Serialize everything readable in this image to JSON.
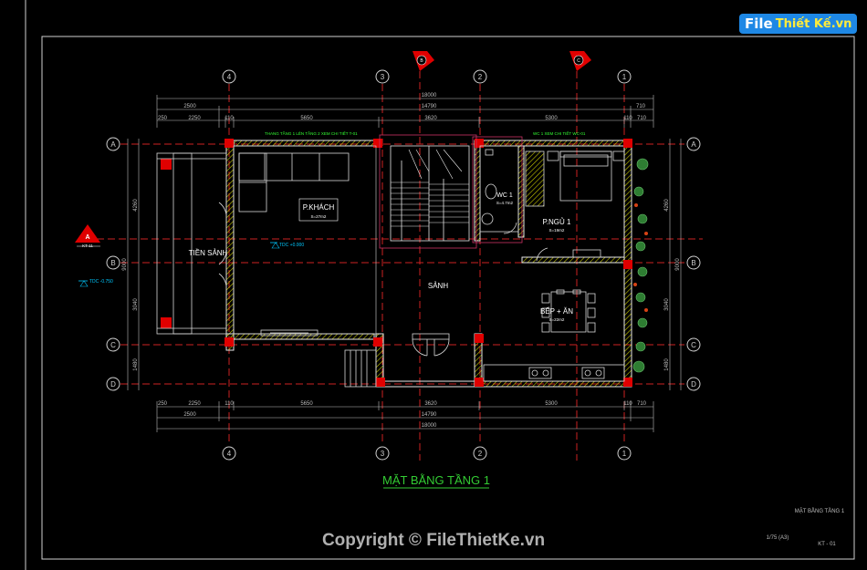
{
  "logo": {
    "text_main": "File",
    "text_rest": "Thiết Kế.vn"
  },
  "drawing": {
    "title": "MẶT BẰNG TẦNG 1",
    "titleblock_title": "MẶT BẰNG TẦNG 1",
    "scale": "1/75  (A3)",
    "sheet_no": "KT - 01"
  },
  "axes_vertical": [
    "4",
    "3",
    "2",
    "1"
  ],
  "axes_horizontal": [
    "A",
    "B",
    "C",
    "D"
  ],
  "dims": {
    "top_total": "18000",
    "top_mid": "14790",
    "top_left": "2500",
    "top_right_small": "710",
    "top_row": [
      "250",
      "2250",
      "110",
      "5650",
      "3620",
      "5300",
      "110",
      "710"
    ],
    "bottom_row": [
      "250",
      "2250",
      "110",
      "5650",
      "3620",
      "5300",
      "110",
      "710"
    ],
    "bottom_left": "2500",
    "bottom_mid": "14790",
    "bottom_total": "18000",
    "left_total": "9000",
    "left_a": "4260",
    "left_b": "3040",
    "left_c": "1480",
    "right_total": "9000",
    "right_a": "4260",
    "right_b": "3040",
    "right_c": "1480"
  },
  "rooms": {
    "living": "P.KHÁCH",
    "living_area": "S=27m2",
    "lobby": "TIỀN SẢNH",
    "hall": "SẢNH",
    "wc": "WC 1",
    "wc_area": "S=4.7m2",
    "bedroom": "P.NGỦ 1",
    "bedroom_area": "S=19m2",
    "kitchen": "BẾP + ĂN",
    "kitchen_area": "S=22m2"
  },
  "notes": {
    "stair_note": "THANG TẦNG 1 LÊN TẦNG 2 XEM CHI TIẾT T-01",
    "wc_note": "WC 1 XEM CHI TIẾT WC-01",
    "level_main": "TDC +0.000",
    "level_out": "TDC -0.750"
  },
  "section_marks": {
    "s1": "A",
    "s1_ref": "KT-11",
    "top1": "B",
    "top2": "C"
  },
  "colors": {
    "wall": "#e8e8e8",
    "hatch": "#c8c800",
    "column": "#e00000",
    "dim": "#bdbdbd",
    "grid_axis": "#cc2222",
    "title": "#33cc33",
    "accent_cyan": "#00c8ff"
  },
  "copyright": "Copyright © FileThietKe.vn"
}
